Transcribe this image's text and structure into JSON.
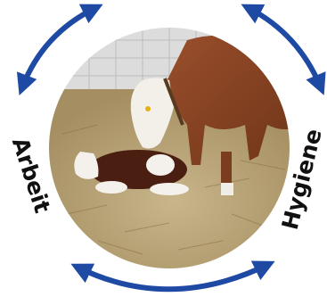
{
  "labels": {
    "left": "Arbeit",
    "right": "Hygiene"
  },
  "photo": {
    "subject": "cow-and-newborn-calf-in-straw"
  },
  "colors": {
    "arrow": "#1f4aa3",
    "label": "#111111",
    "background": "#ffffff"
  },
  "icons": {
    "top_left": "double-headed-curved-arrow",
    "top_right": "double-headed-curved-arrow",
    "bottom": "double-headed-curved-arrow"
  }
}
